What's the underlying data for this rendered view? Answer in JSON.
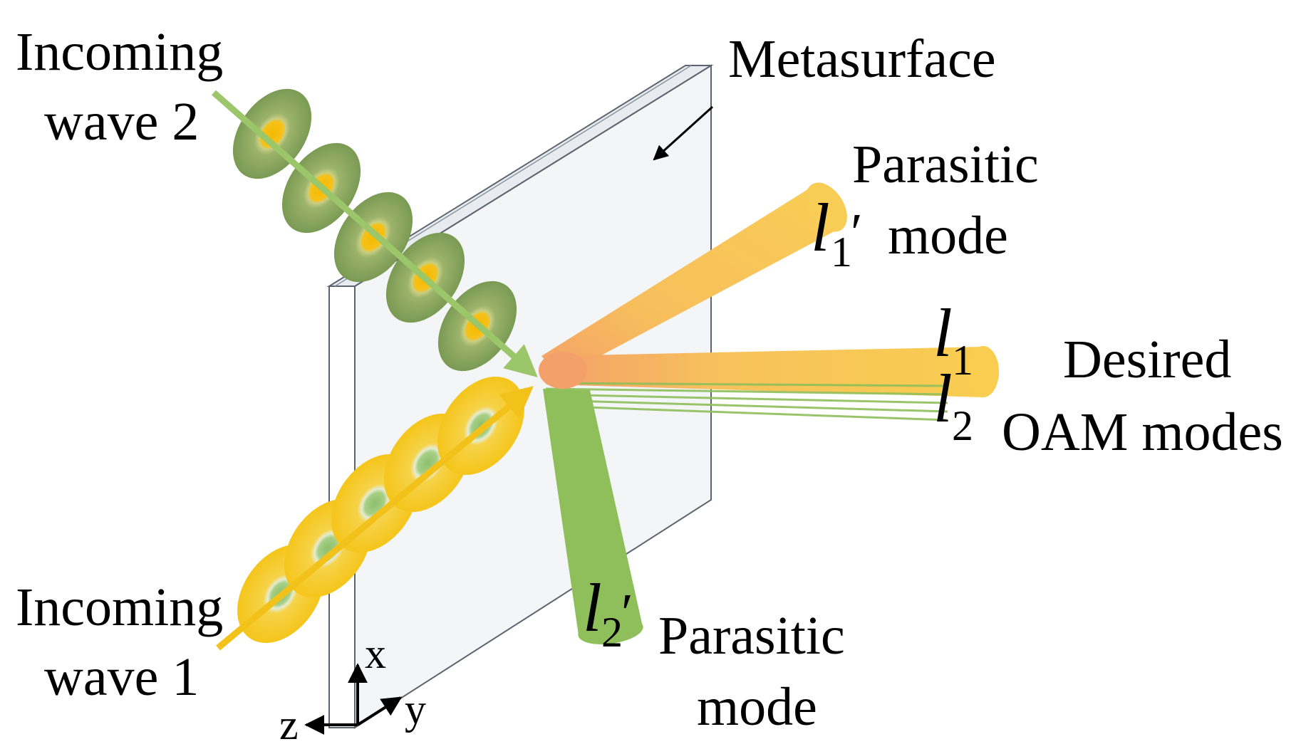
{
  "labels": {
    "metasurface": "Metasurface",
    "incoming_wave_2_line1": "Incoming",
    "incoming_wave_2_line2": "wave 2",
    "incoming_wave_1_line1": "Incoming",
    "incoming_wave_1_line2": "wave 1",
    "parasitic_top_line1": "Parasitic",
    "parasitic_top_mode_word": "mode",
    "parasitic_bottom_line1": "Parasitic",
    "parasitic_bottom_line2": "mode",
    "desired_line1": "Desired",
    "desired_line2": "OAM modes",
    "mode_l": "l",
    "sub_1": "1",
    "sub_2": "2",
    "prime": "′",
    "axis_x": "x",
    "axis_y": "y",
    "axis_z": "z"
  },
  "colors": {
    "beam_orange": "#f7c85a",
    "beam_orange_tip": "#f4a06a",
    "beam_green": "#8fbf5a",
    "wave2_disc": "#7f9e58",
    "wave2_core": "#f4b800",
    "wave1_disc": "#f6cc1e",
    "wave1_core": "#8dbf6b",
    "arrow_green": "#9bc66a",
    "arrow_yellow": "#f2c21b",
    "panel_edge": "#5b6470"
  }
}
